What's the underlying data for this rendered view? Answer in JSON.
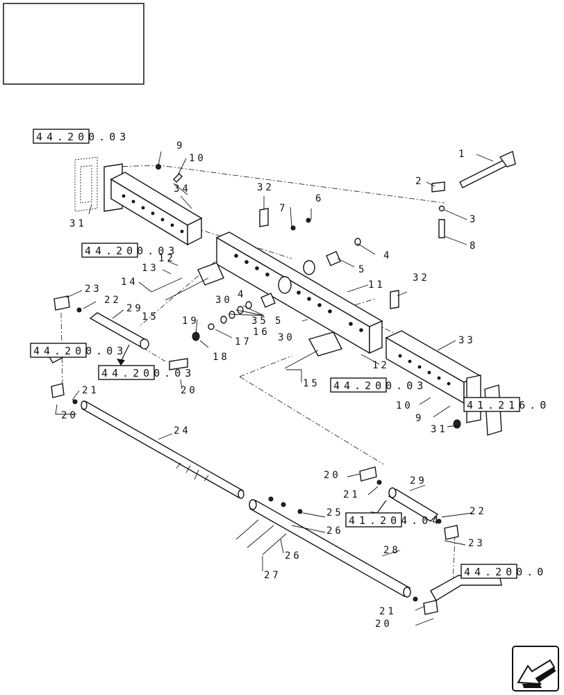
{
  "diagram": {
    "callouts": [
      "1",
      "2",
      "3",
      "4",
      "4",
      "5",
      "5",
      "6",
      "7",
      "8",
      "9",
      "9",
      "10",
      "10",
      "11",
      "12",
      "12",
      "13",
      "14",
      "15",
      "15",
      "16",
      "17",
      "18",
      "19",
      "20",
      "20",
      "20",
      "20",
      "21",
      "21",
      "21",
      "22",
      "22",
      "23",
      "23",
      "24",
      "25",
      "26",
      "26",
      "27",
      "28",
      "29",
      "29",
      "30",
      "30",
      "31",
      "31",
      "32",
      "32",
      "33",
      "34",
      "35"
    ],
    "page_refs": [
      "44.200.03",
      "44.200.03",
      "44.200.03",
      "44.200.03",
      "44.200.03",
      "41.216.0",
      "41.204.04",
      "44.200.0"
    ]
  }
}
